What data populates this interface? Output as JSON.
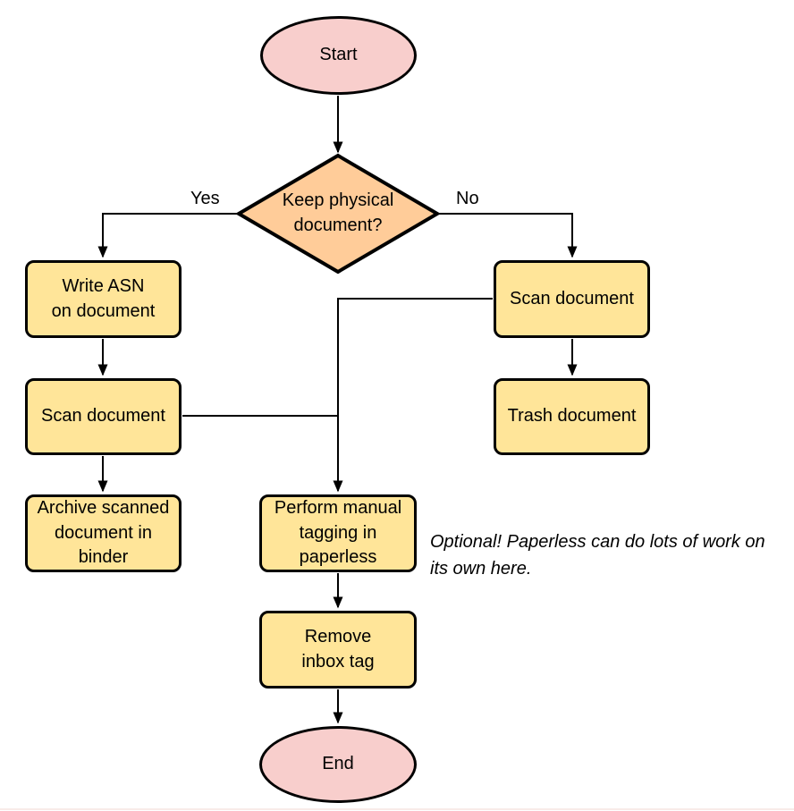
{
  "colors": {
    "terminal_fill": "#f8cecc",
    "decision_fill": "#ffcc99",
    "process_fill": "#ffe599",
    "stroke": "#000000",
    "text": "#000000",
    "bottom_rule": "#f8ebe8"
  },
  "nodes": {
    "start": {
      "type": "terminal",
      "label": "Start"
    },
    "decision": {
      "type": "decision",
      "label": "Keep physical\ndocument?"
    },
    "write_asn": {
      "type": "process",
      "label": "Write ASN\non document"
    },
    "scan_left": {
      "type": "process",
      "label": "Scan document"
    },
    "archive": {
      "type": "process",
      "label": "Archive scanned\ndocument in\nbinder"
    },
    "scan_right": {
      "type": "process",
      "label": "Scan document"
    },
    "trash": {
      "type": "process",
      "label": "Trash document"
    },
    "tagging": {
      "type": "process",
      "label": "Perform manual\ntagging in\npaperless"
    },
    "remove_inbox": {
      "type": "process",
      "label": "Remove\ninbox tag"
    },
    "end": {
      "type": "terminal",
      "label": "End"
    }
  },
  "edge_labels": {
    "yes": "Yes",
    "no": "No"
  },
  "annotation": "Optional! Paperless can do lots of work on\nits own here."
}
